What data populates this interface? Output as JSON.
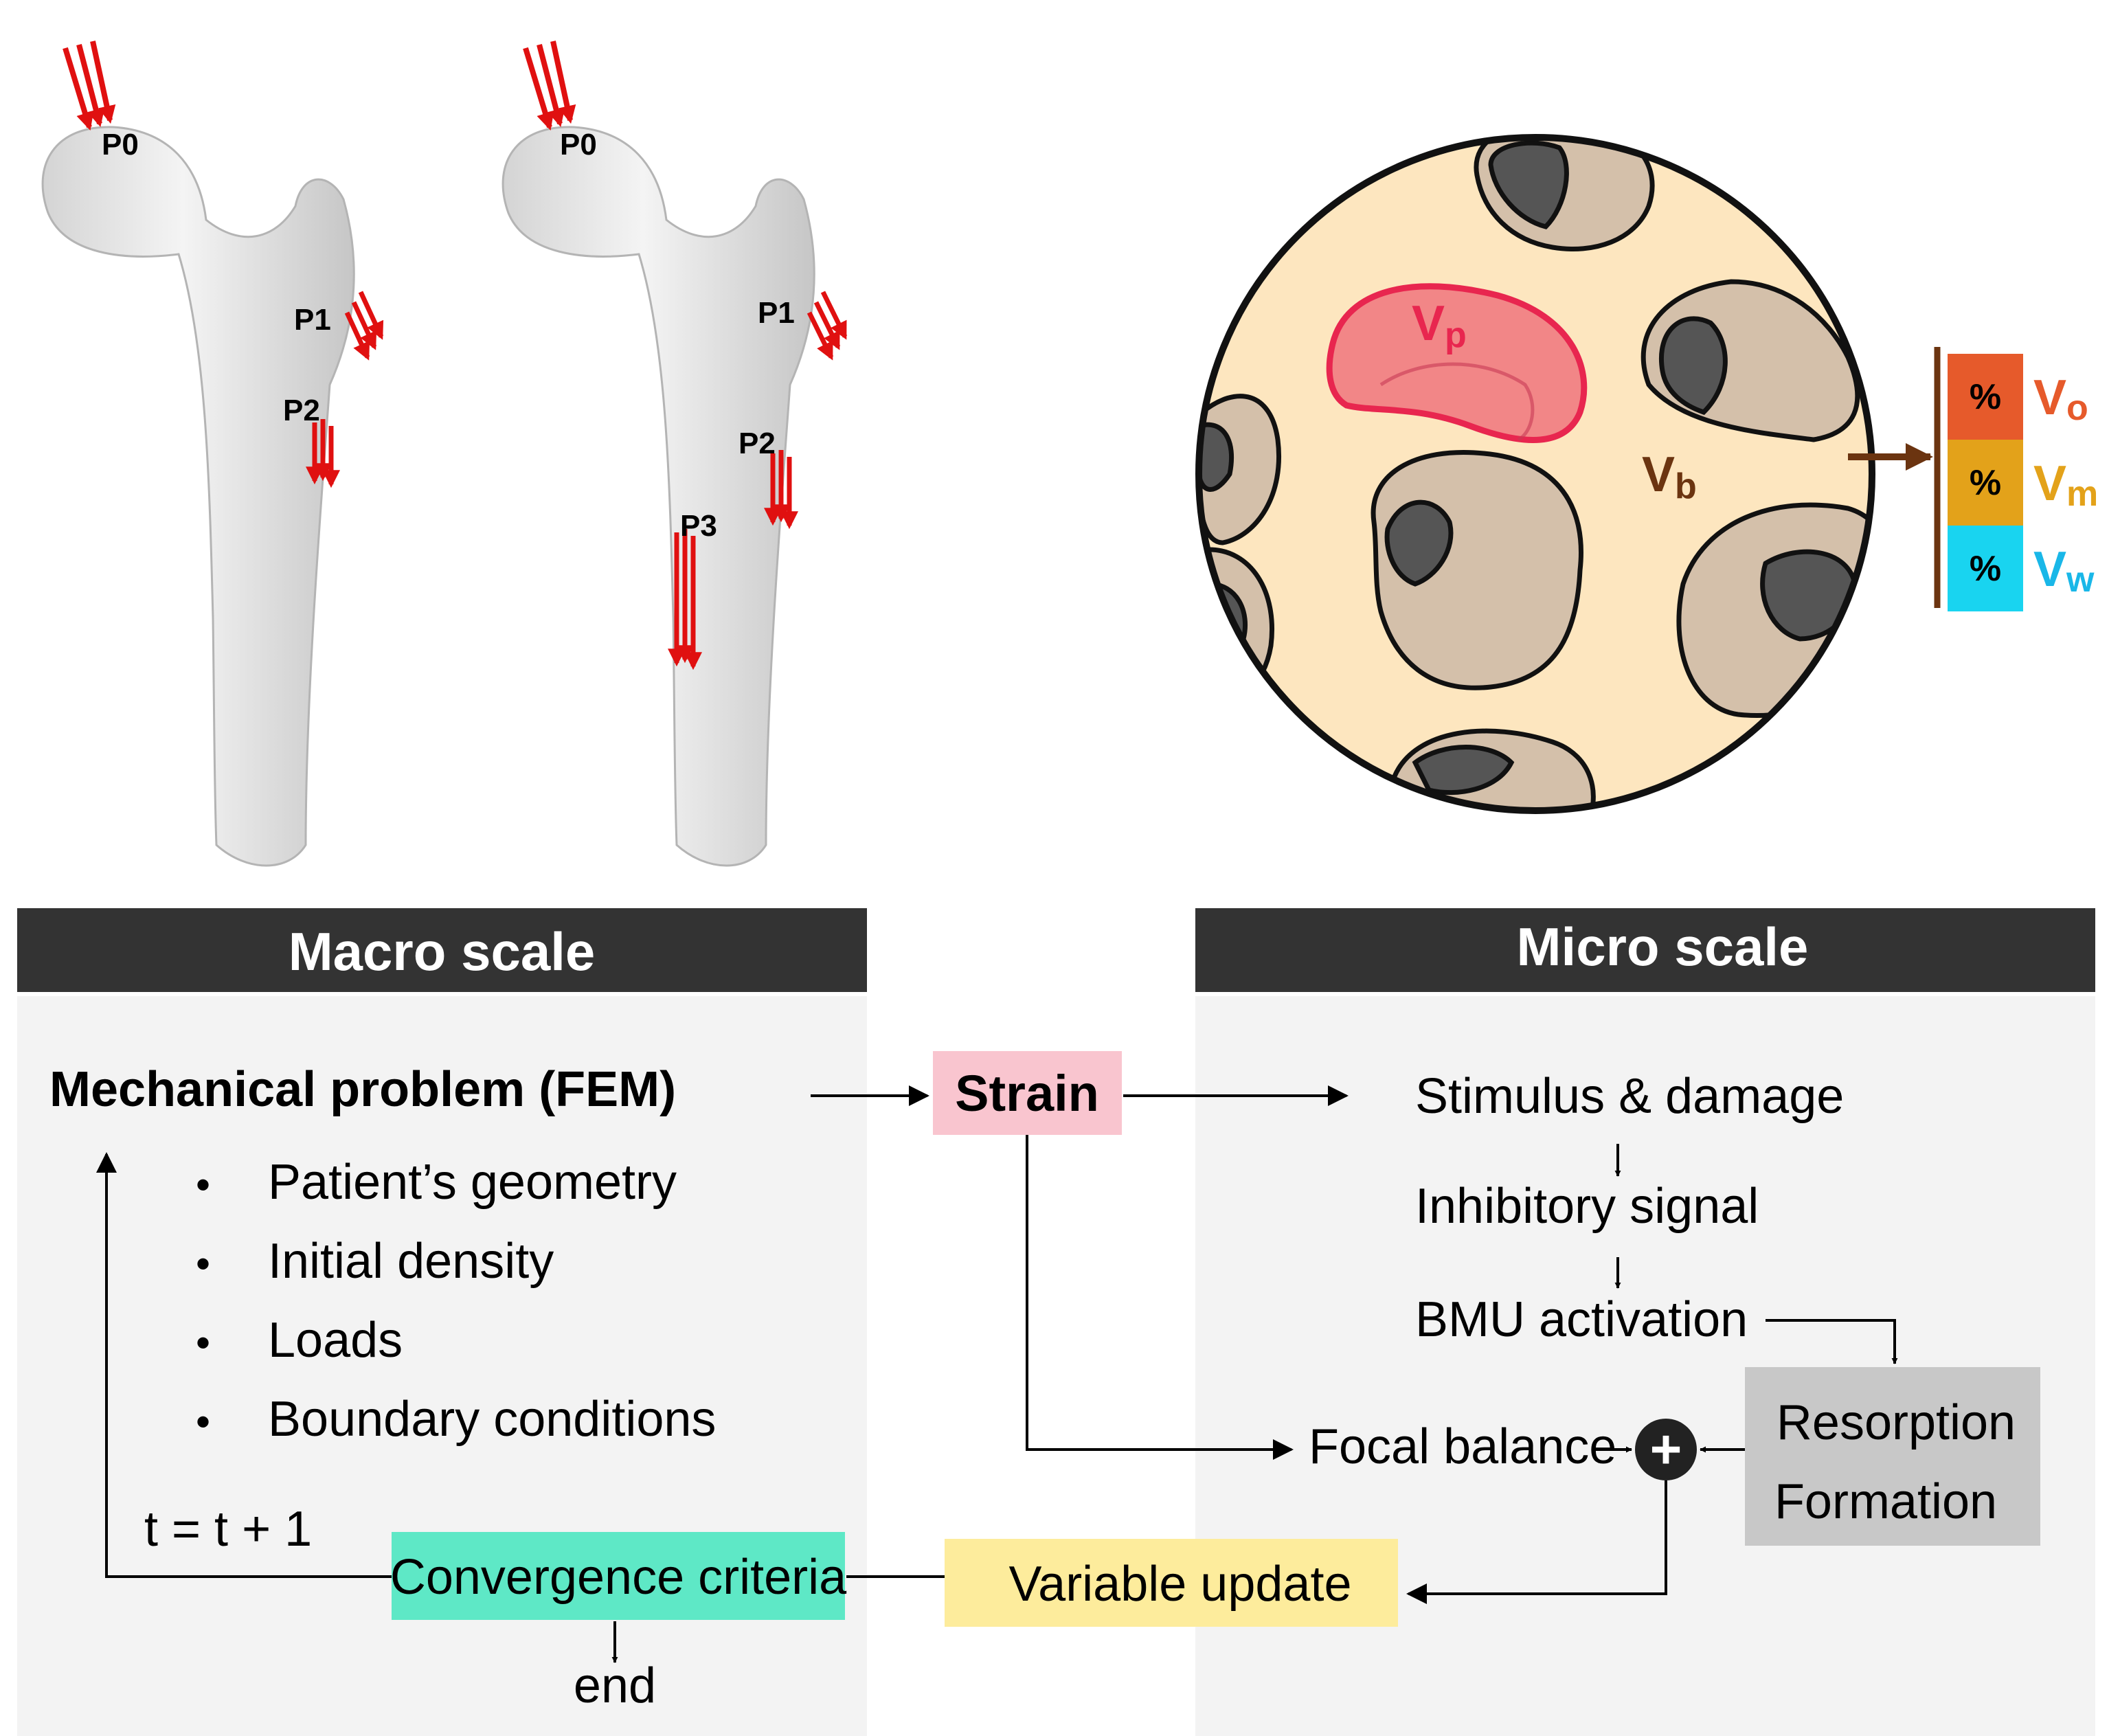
{
  "femur_left": {
    "labels": [
      "P0",
      "P1",
      "P2"
    ]
  },
  "femur_right": {
    "labels": [
      "P0",
      "P1",
      "P2",
      "P3"
    ]
  },
  "micro_circle": {
    "vp_main": "V",
    "vp_sub": "p",
    "vb_main": "V",
    "vb_sub": "b",
    "fractions": [
      {
        "pct": "%",
        "main": "V",
        "sub": "o",
        "color": "#e65a2b",
        "text_color": "#e65a2b"
      },
      {
        "pct": "%",
        "main": "V",
        "sub": "m",
        "color": "#e3a21a",
        "text_color": "#e3a21a"
      },
      {
        "pct": "%",
        "main": "V",
        "sub": "w",
        "color": "#19d4f0",
        "text_color": "#19b7e8"
      }
    ]
  },
  "macro": {
    "header": "Macro scale",
    "title": "Mechanical problem (FEM)",
    "bullet": "•",
    "items": [
      "Patient’s geometry",
      "Initial density",
      "Loads",
      "Boundary conditions"
    ],
    "time_step": "t = t + 1",
    "convergence": "Convergence criteria",
    "end": "end"
  },
  "micro": {
    "header": "Micro scale",
    "stimulus": "Stimulus & damage",
    "inhibitory": "Inhibitory signal",
    "bmu": "BMU activation",
    "resorption": "Resorption",
    "formation": "Formation",
    "focal": "Focal balance",
    "plus": "+"
  },
  "center": {
    "strain": "Strain",
    "variable_update": "Variable update"
  },
  "colors": {
    "header_bg": "#333333",
    "panel_bg": "#f3f3f3",
    "strain_bg": "#f9c5cf",
    "convergence_bg": "#5ee8c6",
    "variable_bg": "#fdec9c",
    "resorption_bg": "#c8c8c8",
    "bone_matrix": "#fde6bf",
    "pore_color": "#d4c0aa",
    "vp_color": "#e8264f",
    "vb_color": "#6b3410"
  }
}
